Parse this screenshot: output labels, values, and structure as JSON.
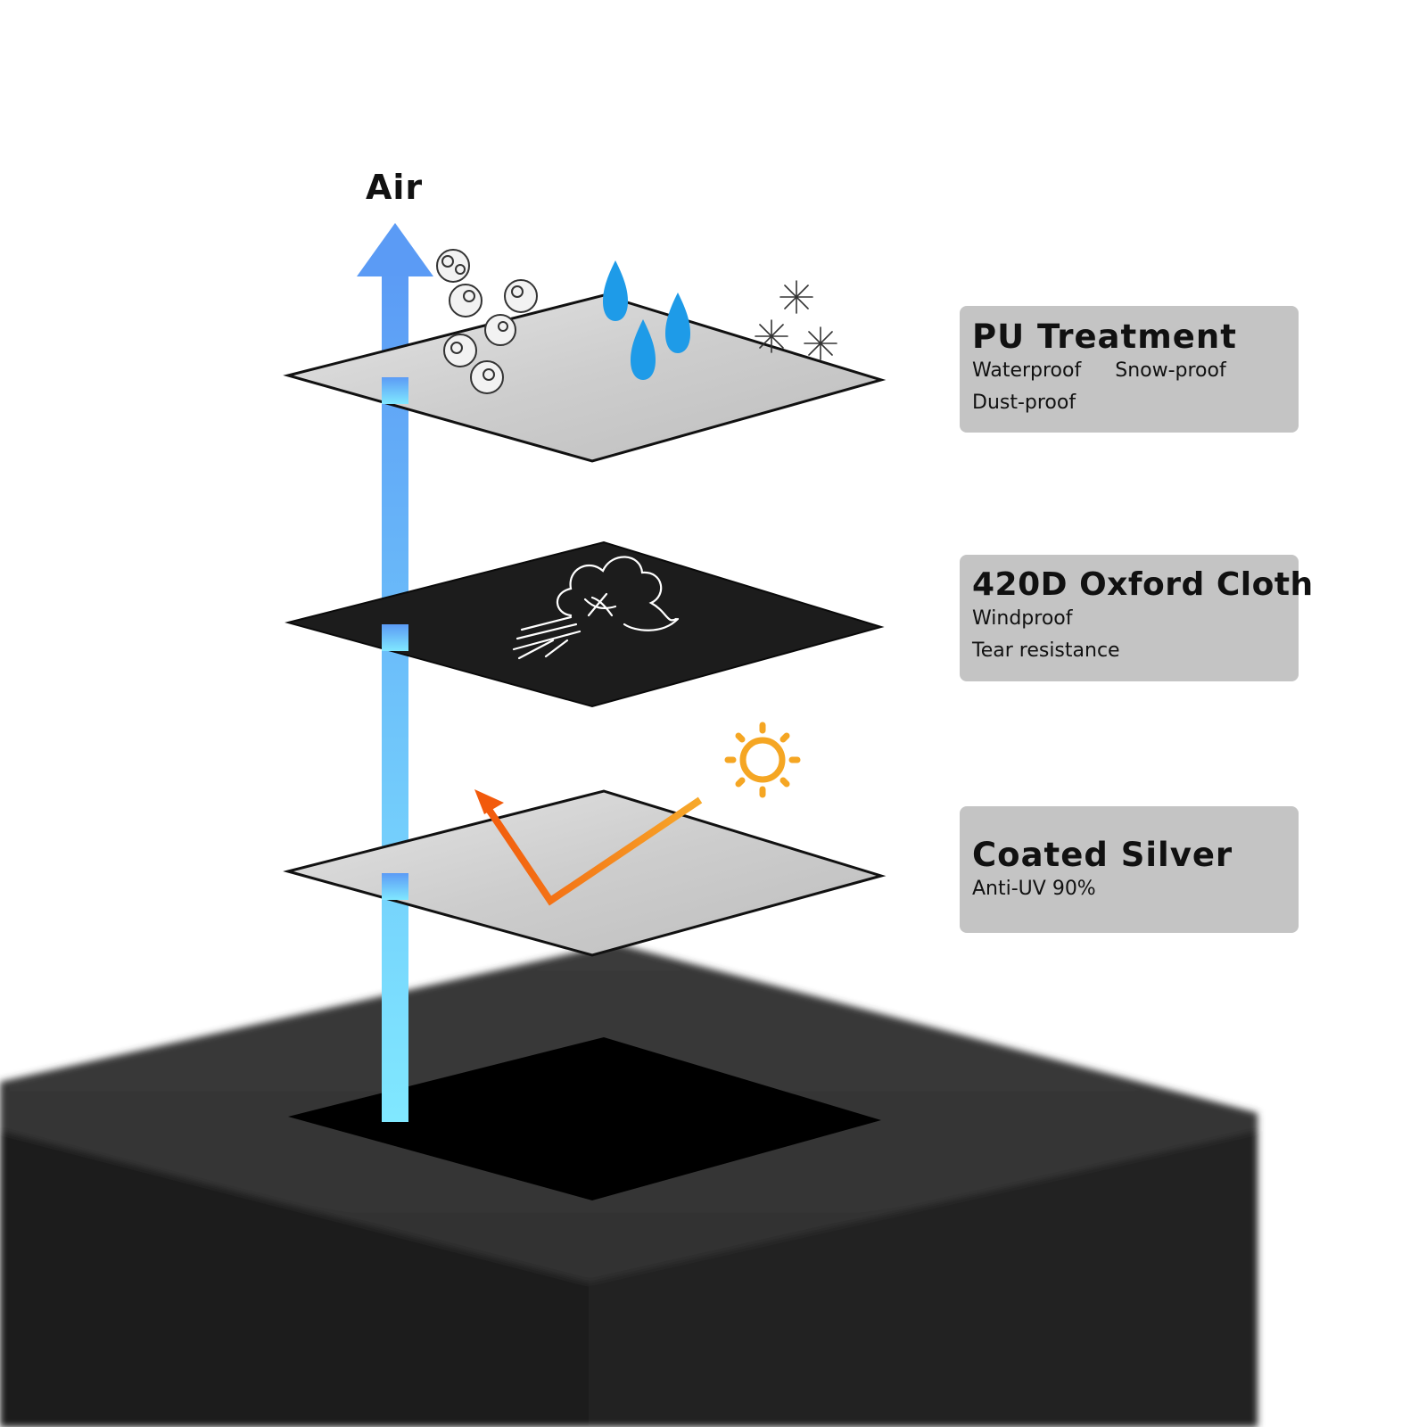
{
  "air_label": "Air",
  "layers": [
    {
      "title": "PU Treatment",
      "features": [
        "Waterproof",
        "Snow-proof",
        "Dust-proof"
      ],
      "icons": [
        "dust-icon",
        "water-drop-icon",
        "snowflake-icon"
      ]
    },
    {
      "title": "420D Oxford Cloth",
      "features": [
        "Windproof",
        "Tear resistance"
      ],
      "icons": [
        "wind-icon"
      ]
    },
    {
      "title": "Coated Silver",
      "features": [
        "Anti-UV 90%"
      ],
      "icons": [
        "sun-icon",
        "reflection-arrow-icon"
      ]
    }
  ],
  "colors": {
    "silver_layer": "#cfcfcf",
    "black_layer": "#1c1c1c",
    "card_bg": "#c4c4c4",
    "air_arrow_top": "#5b9bf5",
    "air_arrow_bottom": "#7fe6ff",
    "water_drop": "#1e9be8",
    "sun": "#f5a623",
    "uv_arrow": "#f26a10",
    "base_box": "#2a2a2a"
  }
}
